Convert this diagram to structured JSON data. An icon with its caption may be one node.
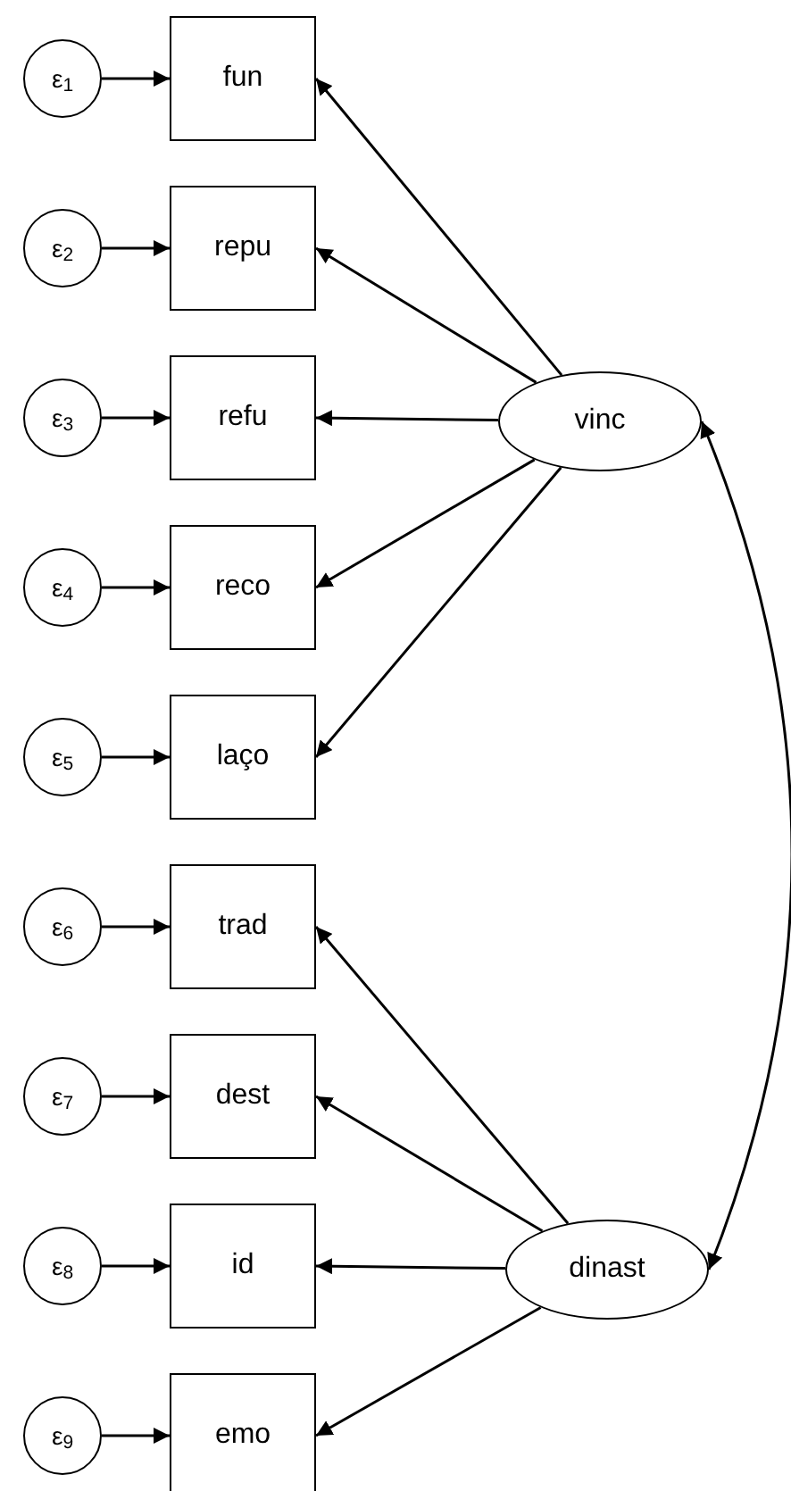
{
  "diagram": {
    "nodes": [
      {
        "text": [
          "ε$_{1}$"
        ]
      },
      {
        "text": [
          "fun"
        ]
      },
      {
        "text": [
          "ε$_{2}$"
        ]
      },
      {
        "text": [
          "repu"
        ]
      },
      {
        "text": [
          "ε$_{3}$"
        ]
      },
      {
        "text": [
          "refu"
        ]
      },
      {
        "text": [
          "ε$_{4}$"
        ]
      },
      {
        "text": [
          "reco"
        ]
      },
      {
        "text": [
          "ε$_{5}$"
        ]
      },
      {
        "text": [
          "laço"
        ]
      },
      {
        "text": [
          "ε$_{6}$"
        ]
      },
      {
        "text": [
          "trad"
        ]
      },
      {
        "text": [
          "ε$_{7}$"
        ]
      },
      {
        "text": [
          "dest"
        ]
      },
      {
        "text": [
          "ε$_{8}$"
        ]
      },
      {
        "text": [
          "id"
        ]
      },
      {
        "text": [
          "ε$_{9}$"
        ]
      },
      {
        "text": [
          "emo"
        ]
      },
      {
        "text": [
          "vinc"
        ]
      },
      {
        "text": [
          "dinast"
        ]
      }
    ],
    "edges": [
      {
        "from": 0,
        "to": 1,
        "arrow": "to"
      },
      {
        "from": 2,
        "to": 3,
        "arrow": "to"
      },
      {
        "from": 4,
        "to": 5,
        "arrow": "to"
      },
      {
        "from": 6,
        "to": 7,
        "arrow": "to"
      },
      {
        "from": 8,
        "to": 9,
        "arrow": "to"
      },
      {
        "from": 10,
        "to": 11,
        "arrow": "to"
      },
      {
        "from": 12,
        "to": 13,
        "arrow": "to"
      },
      {
        "from": 14,
        "to": 15,
        "arrow": "to"
      },
      {
        "from": 16,
        "to": 17,
        "arrow": "to"
      },
      {
        "from": 18,
        "to": 1,
        "arrow": "to"
      },
      {
        "from": 18,
        "to": 3,
        "arrow": "to"
      },
      {
        "from": 18,
        "to": 5,
        "arrow": "to"
      },
      {
        "from": 18,
        "to": 7,
        "arrow": "to"
      },
      {
        "from": 18,
        "to": 9,
        "arrow": "to"
      },
      {
        "from": 19,
        "to": 11,
        "arrow": "to"
      },
      {
        "from": 19,
        "to": 13,
        "arrow": "to"
      },
      {
        "from": 19,
        "to": 15,
        "arrow": "to"
      },
      {
        "from": 19,
        "to": 17,
        "arrow": "to"
      },
      {
        "from": 18,
        "to": 19,
        "arrow": "both"
      }
    ]
  }
}
